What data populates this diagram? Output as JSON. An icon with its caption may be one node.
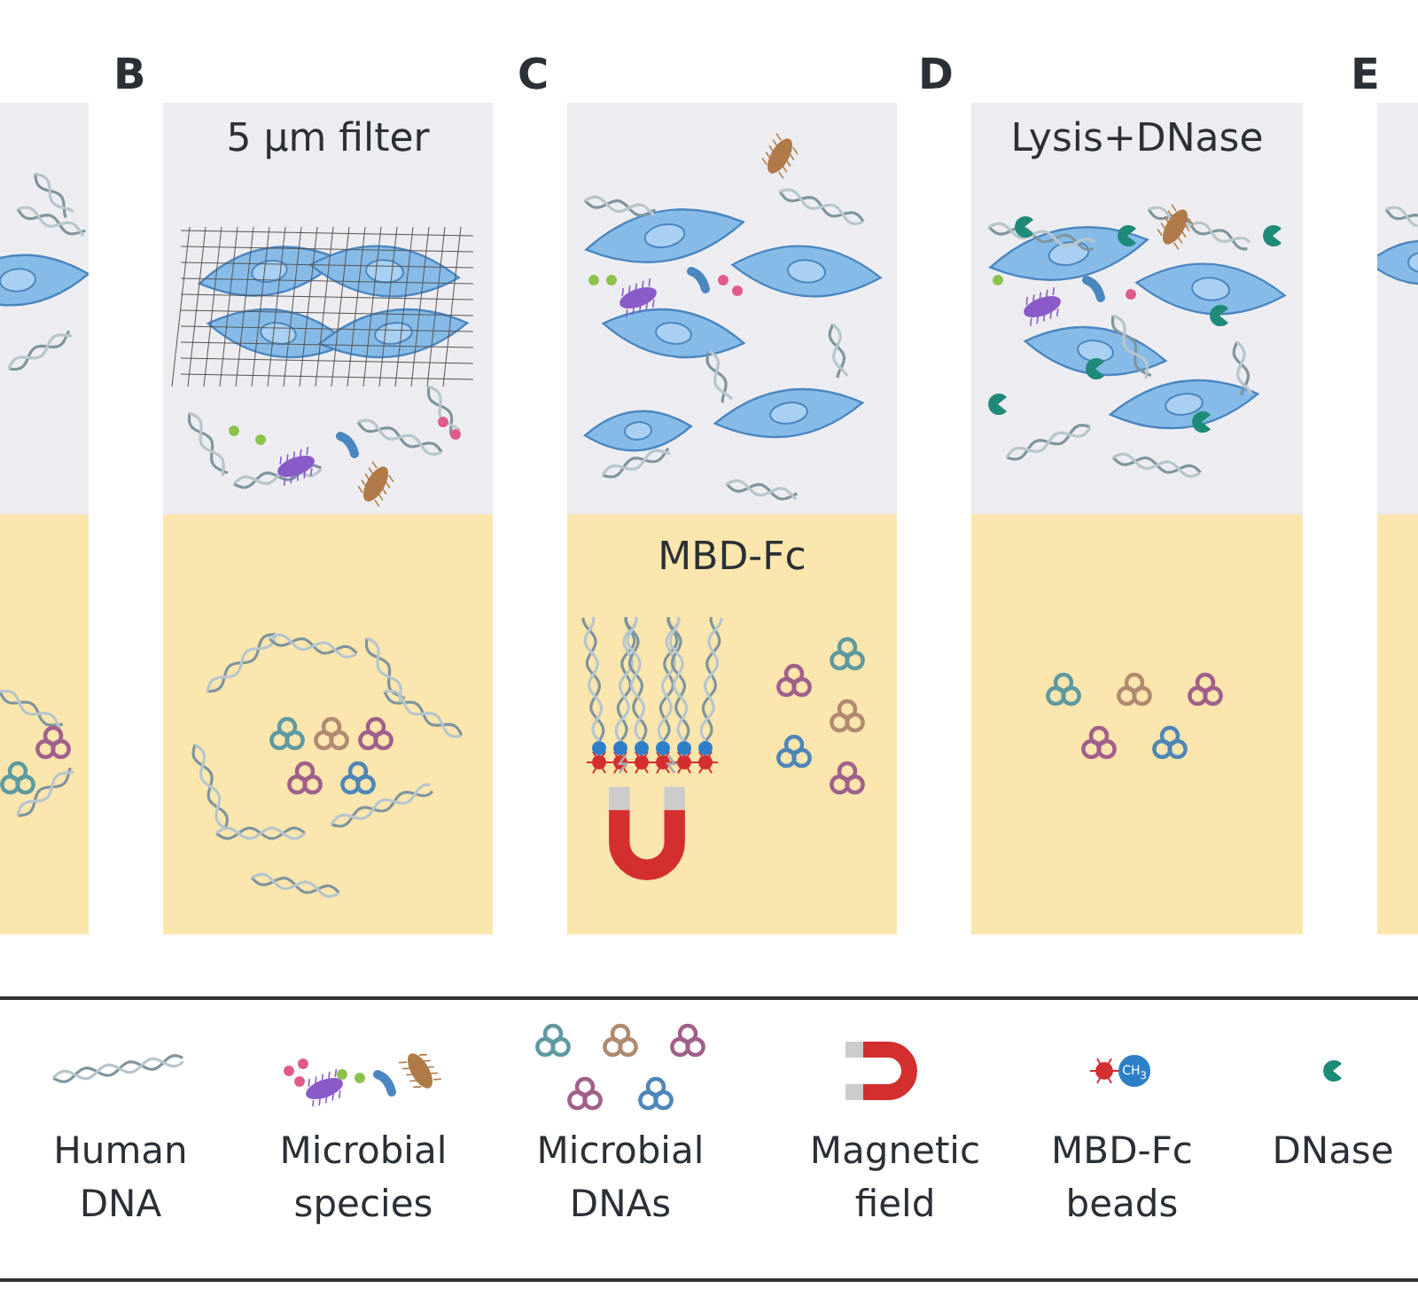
{
  "diagram": {
    "nodes": [
      {
        "text": [],
        "shape": "box"
      },
      {
        "text": [
          "5 µm filter"
        ]
      },
      {
        "text": [],
        "shape": "box"
      },
      {
        "text": [
          "Lysis+DNase"
        ]
      },
      {
        "text": [],
        "shape": "box"
      },
      {
        "text": [],
        "shape": "box"
      },
      {
        "text": [],
        "shape": "box"
      },
      {
        "text": [
          "MBD-Fc"
        ]
      },
      {
        "text": [],
        "shape": "box"
      },
      {
        "text": [],
        "shape": "box"
      }
    ],
    "labels": [
      "B",
      "C",
      "D",
      "E",
      "CH$_{3}$"
    ],
    "legend": [
      {
        "text": "Human DNA"
      },
      {
        "text": "Microbial species"
      },
      {
        "text": "Microbial DNAs"
      },
      {
        "text": "Magnetic field"
      },
      {
        "text": "MBD-Fc beads"
      },
      {
        "text": "DNase"
      }
    ]
  }
}
